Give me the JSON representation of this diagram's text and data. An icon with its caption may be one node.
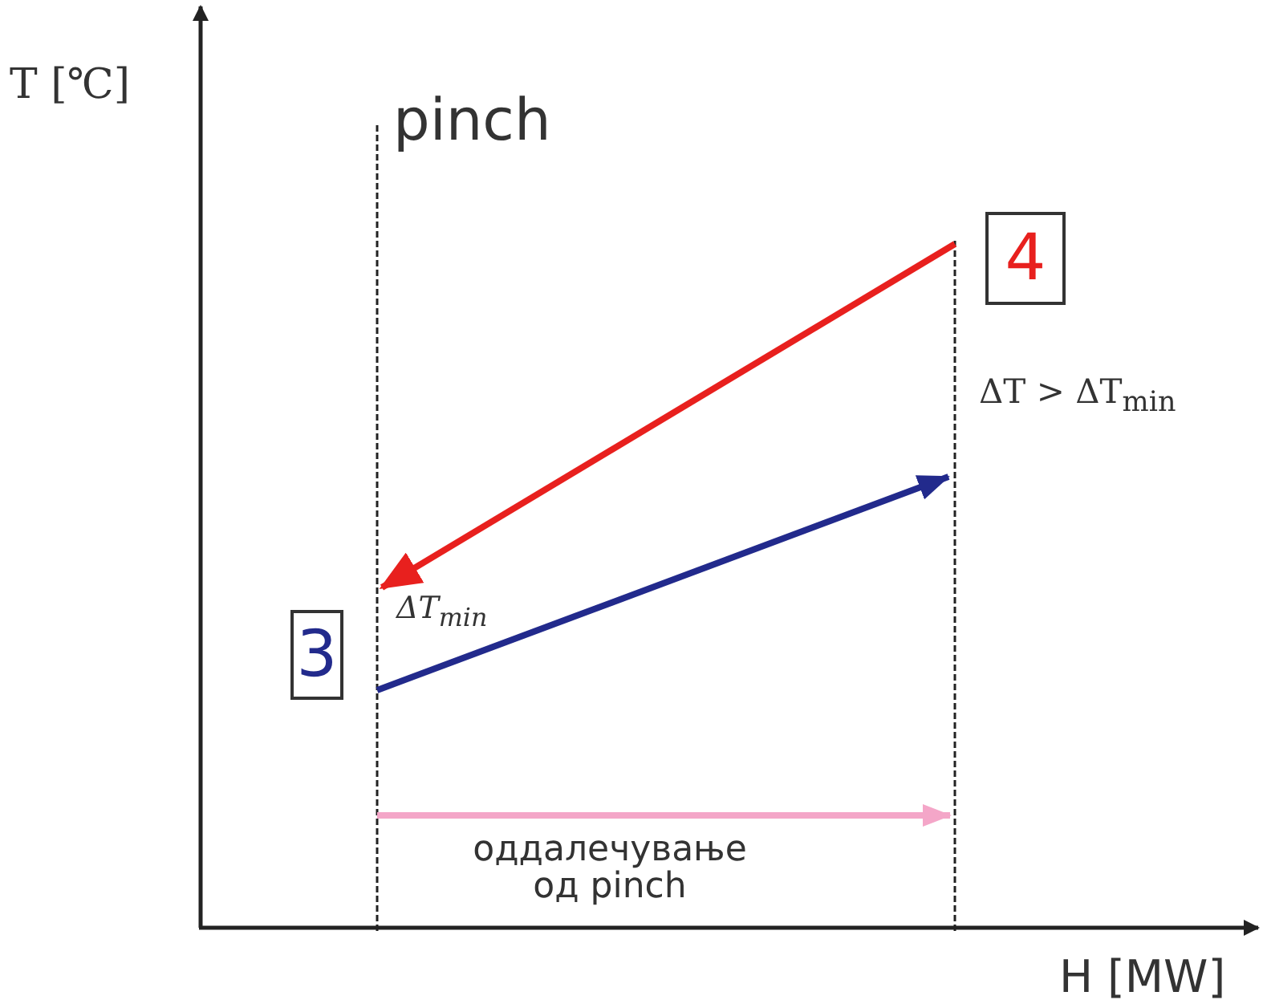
{
  "diagram": {
    "nodes": [
      {
        "text": [
          "4"
        ]
      },
      {
        "text": [
          "3"
        ]
      }
    ],
    "labels": [
      "T [℃]",
      "pinch",
      "ΔT > ΔT$_{min}$",
      "ΔT$_{min}$",
      "оддалечување од pinch",
      "H [MW]"
    ]
  }
}
